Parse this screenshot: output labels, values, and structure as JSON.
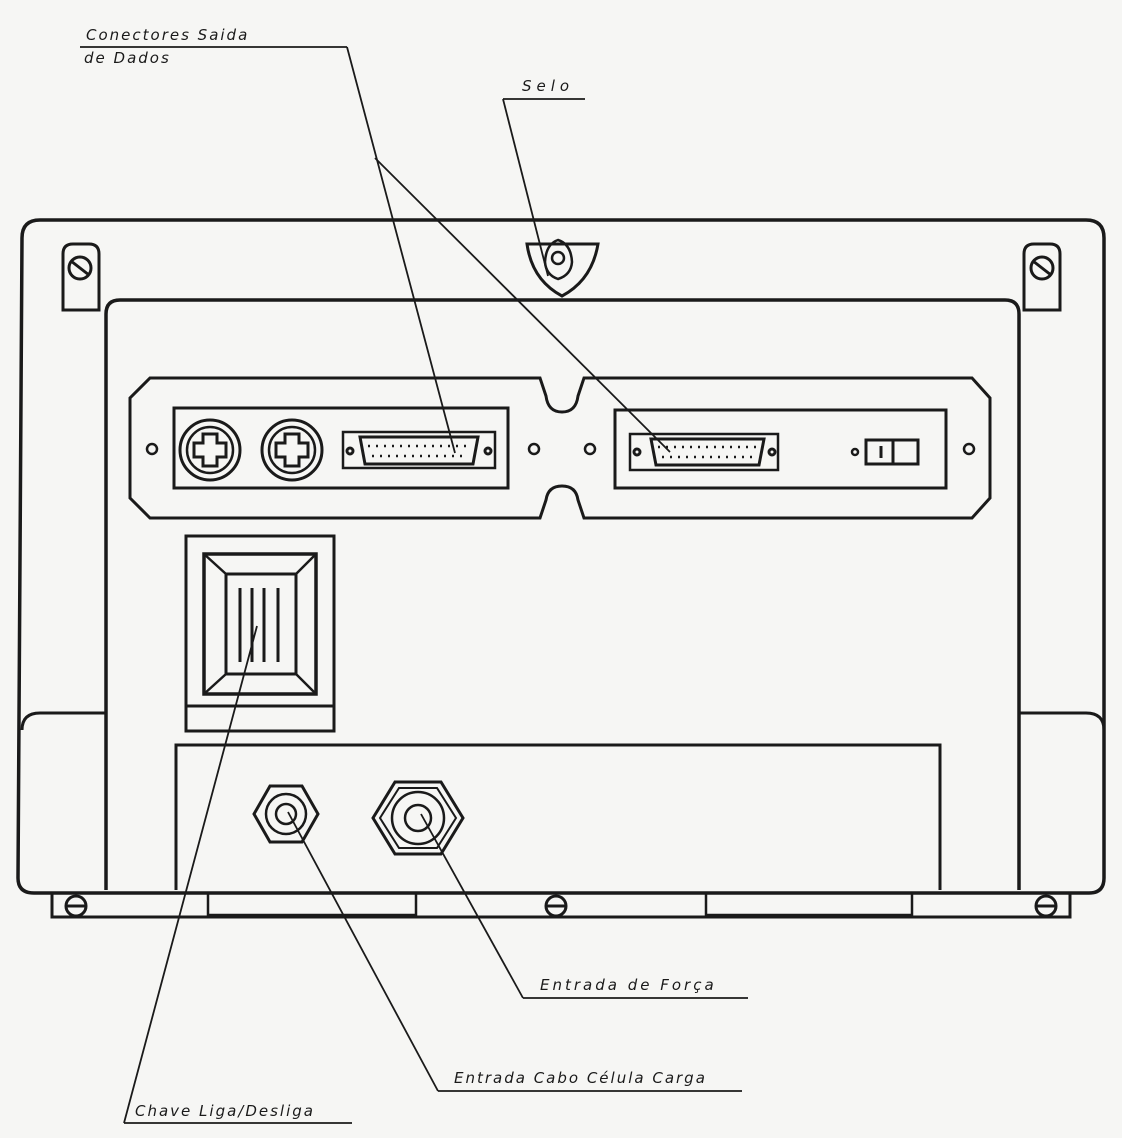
{
  "labels": {
    "conectores": [
      "Conectores Saida",
      "de Dados"
    ],
    "selo": "Selo",
    "entrada_forca": "Entrada de Força",
    "entrada_cabo": "Entrada Cabo Célula Carga",
    "chave": "Chave Liga/Desliga"
  },
  "colors": {
    "ink": "#1a1a1a",
    "paper": "#f6f6f4"
  }
}
